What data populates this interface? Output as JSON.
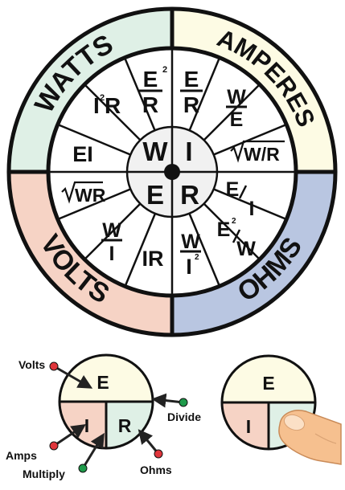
{
  "wheel": {
    "quadrants": {
      "watts": "WATTS",
      "amperes": "AMPERES",
      "volts": "VOLTS",
      "ohms": "OHMS"
    },
    "center": {
      "w": "W",
      "i": "I",
      "e": "E",
      "r": "R"
    },
    "formulas": {
      "i_squared_r_base": "I",
      "i_squared_r_rest": "R",
      "e_sq_over_r_num": "E",
      "e_sq_over_r_den": "R",
      "e_over_r_num": "E",
      "e_over_r_den": "R",
      "w_over_e_num": "W",
      "w_over_e_den": "E",
      "ei": "EI",
      "sqrt_w_over_r": "W/R",
      "sqrt_wr": "WR",
      "e_slash_i_num": "E",
      "e_slash_i_den": "I",
      "w_over_i_num": "W",
      "w_over_i_den": "I",
      "ir": "IR",
      "w_over_i_sq_num": "W",
      "w_over_i_sq_den": "I",
      "e_sq_slash_w_num": "E",
      "e_sq_slash_w_den": "W",
      "exponent": "2"
    },
    "colors": {
      "watts": "#dff0e6",
      "amperes": "#fdfbe4",
      "volts": "#f6d3c5",
      "ohms": "#b9c6e1"
    }
  },
  "legend": {
    "left": {
      "e": "E",
      "i": "I",
      "r": "R",
      "volts": "Volts",
      "divide": "Divide",
      "amps": "Amps",
      "multiply": "Multiply",
      "ohms": "Ohms"
    },
    "right": {
      "e": "E",
      "i": "I"
    }
  }
}
